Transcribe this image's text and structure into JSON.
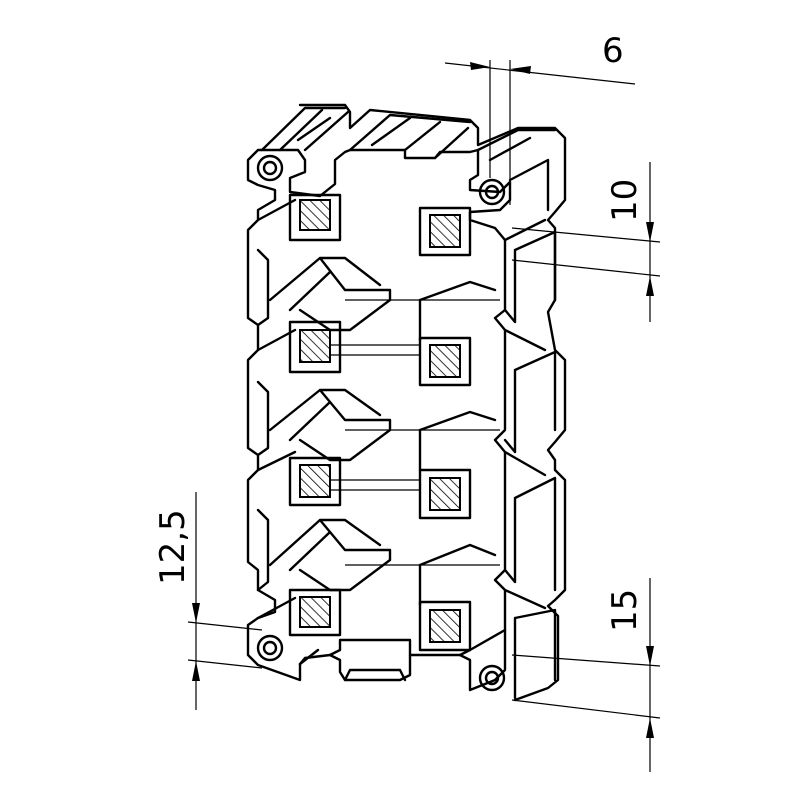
{
  "dimensions": {
    "top_slot_width": "6",
    "side_slot_depth": "10",
    "left_offset": "12,5",
    "bottom_height": "15"
  },
  "colors": {
    "line": "#000000",
    "background": "#ffffff"
  }
}
